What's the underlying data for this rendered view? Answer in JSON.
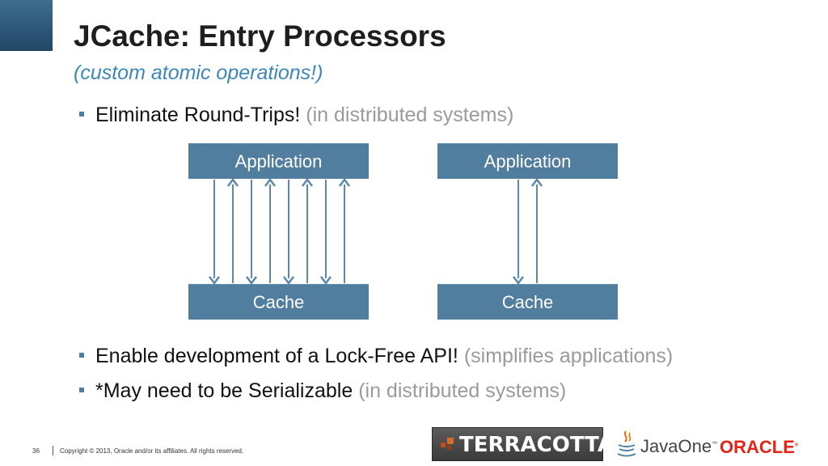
{
  "slide": {
    "title": "JCache: Entry Processors",
    "subtitle": "(custom atomic operations!)",
    "bullets": [
      {
        "main": "Eliminate Round-Trips!",
        "aside": " (in distributed systems)"
      },
      {
        "main": "Enable development of a Lock-Free API!",
        "aside": " (simplifies applications)"
      },
      {
        "main": "*May need to be Serializable",
        "aside": " (in distributed systems)"
      }
    ]
  },
  "diagram": {
    "left": {
      "top_label": "Application",
      "bottom_label": "Cache",
      "round_trips": 4
    },
    "right": {
      "top_label": "Application",
      "bottom_label": "Cache",
      "round_trips": 1
    },
    "arrow_color": "#5c88ab",
    "box_color": "#517d9f"
  },
  "footer": {
    "page_number": "36",
    "copyright": "Copyright © 2013, Oracle and/or its affiliates. All rights reserved."
  },
  "logos": {
    "terracotta": "TERRACOTTA",
    "javaone": "JavaOne",
    "javaone_tm": "™",
    "oracle": "ORACLE",
    "oracle_reg": "®"
  }
}
